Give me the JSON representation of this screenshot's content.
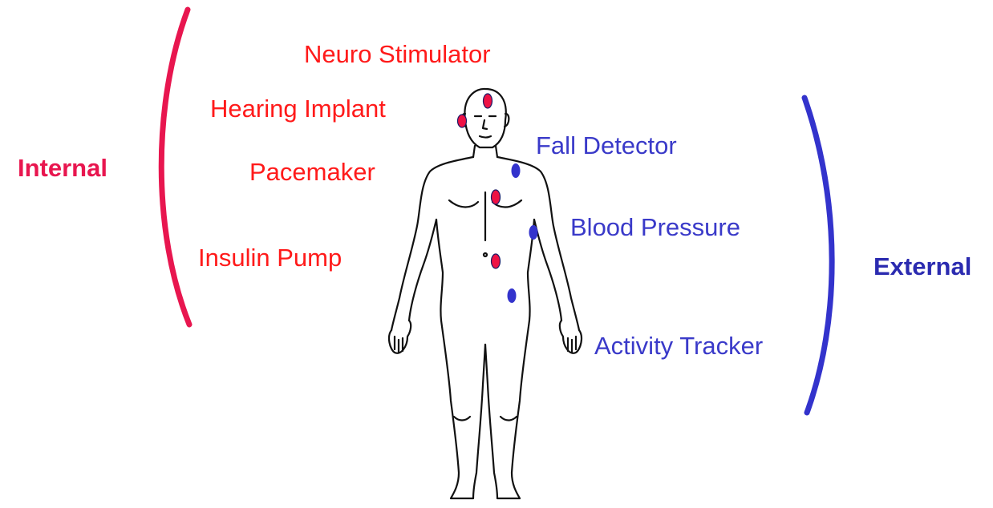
{
  "colors": {
    "internal_text": "#ff1a1a",
    "internal_group": "#e8164f",
    "internal_marker": "#ee1144",
    "external_text": "#3a3ac9",
    "external_group": "#2b2bb0",
    "external_marker": "#3333cc",
    "body_outline": "#111111"
  },
  "groups": {
    "internal": "Internal",
    "external": "External"
  },
  "internal_devices": [
    {
      "label": "Neuro Stimulator"
    },
    {
      "label": "Hearing Implant"
    },
    {
      "label": "Pacemaker"
    },
    {
      "label": "Insulin Pump"
    }
  ],
  "external_devices": [
    {
      "label": "Fall Detector"
    },
    {
      "label": "Blood Pressure"
    },
    {
      "label": "Activity Tracker"
    }
  ],
  "figure": {
    "icon": "human-body-outline-icon"
  }
}
